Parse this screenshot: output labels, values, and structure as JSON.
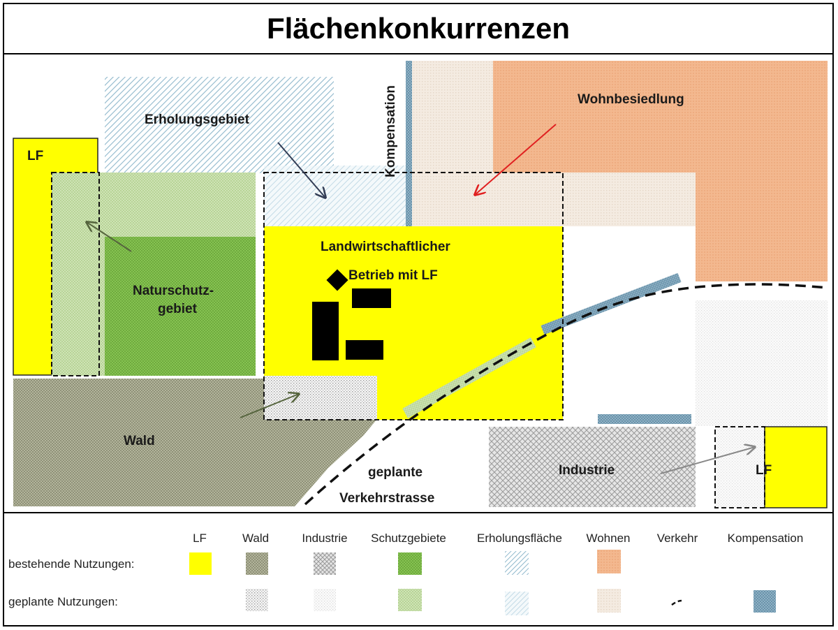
{
  "title": "Flächenkonkurrenzen",
  "map_labels": {
    "kompensation": "Kompensation",
    "erholungsgebiet": "Erholungsgebiet",
    "wohnbesiedlung": "Wohnbesiedlung",
    "lf_left": "LF",
    "landwirtschaftlicher": "Landwirtschaftlicher",
    "betrieb": "Betrieb mit LF",
    "naturschutz_1": "Naturschutz-",
    "naturschutz_2": "gebiet",
    "wald": "Wald",
    "geplante": "geplante",
    "verkehrstrasse": "Verkehrstrasse",
    "industrie": "Industrie",
    "lf_right": "LF"
  },
  "legend": {
    "columns": [
      "LF",
      "Wald",
      "Industrie",
      "Schutzgebiete",
      "Erholungsfläche",
      "Wohnen",
      "Verkehr",
      "Kompensation"
    ],
    "row_existing": "bestehende Nutzungen:",
    "row_planned": "geplante Nutzungen:"
  },
  "colors": {
    "lf_yellow": "#ffff00",
    "wald_gray": "#a3a58c",
    "naturschutz_green": "#7fbd4a",
    "naturschutz_planned": "#c2dca4",
    "erholung_blue": "#9fc2d4",
    "wohnen_orange": "#f2b48c",
    "wohnen_planned": "#f0e6dc",
    "kompensation_blue": "#6e96ae",
    "arrow_red": "#e02020",
    "arrow_dark": "#333d55",
    "arrow_green": "#56653e",
    "arrow_gray": "#888888"
  }
}
